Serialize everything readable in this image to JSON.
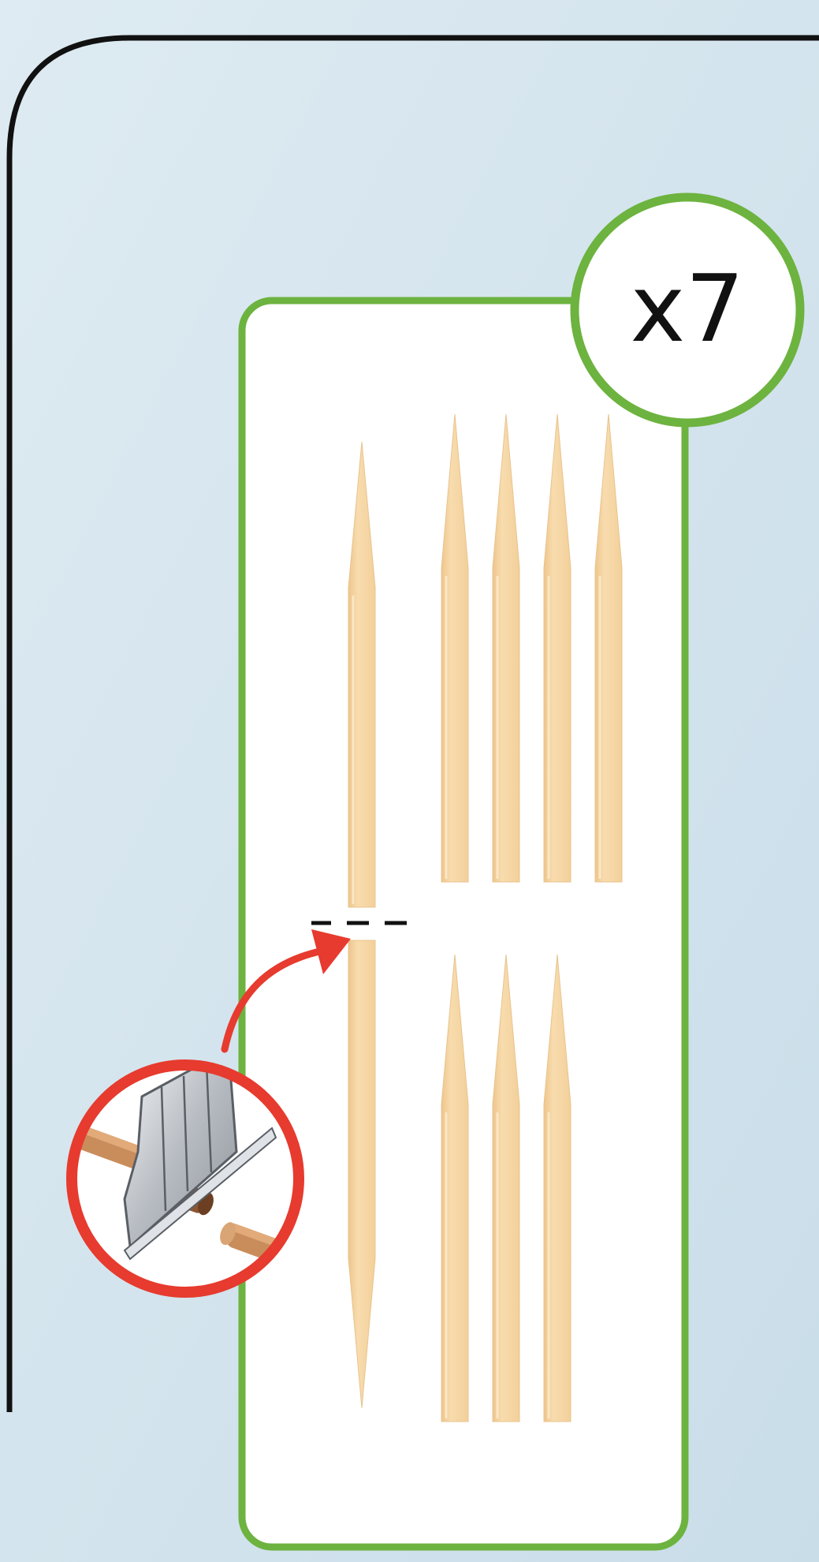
{
  "quantity_badge": {
    "label": "x7",
    "border_color": "#6db33f"
  },
  "colors": {
    "background": "#d6e6ef",
    "panel_border": "#6db33f",
    "panel_fill": "#ffffff",
    "stick_fill": "#f6d8a8",
    "stick_shade": "#e7bf86",
    "cut_arrow": "#e63b2e",
    "cutter_circle": "#e63b2e",
    "blade": "#b9bdc2",
    "dowel": "#a8714a"
  },
  "icons": {
    "cutter": "craft-knife-icon",
    "cut_line": "dashed-cut-line",
    "arrow": "curved-arrow-icon"
  },
  "sticks": {
    "top_group_count": 4,
    "bottom_group_count": 3
  }
}
